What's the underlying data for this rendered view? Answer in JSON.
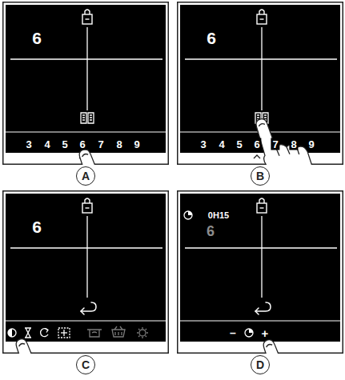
{
  "diagram": {
    "nodes": [
      {
        "text": [
          "6",
          "3",
          "4",
          "5",
          "6",
          "7",
          "8",
          "9"
        ]
      },
      {
        "text": [
          "A"
        ]
      },
      {
        "text": [
          "6",
          "3",
          "4",
          "5",
          "6",
          "7",
          "8",
          "9"
        ]
      },
      {
        "text": [
          "B"
        ]
      },
      {
        "text": [
          "6"
        ]
      },
      {
        "text": [
          "C"
        ]
      },
      {
        "text": [
          "0H15",
          "6",
          "–",
          "+"
        ]
      },
      {
        "text": [
          "D"
        ]
      }
    ]
  }
}
